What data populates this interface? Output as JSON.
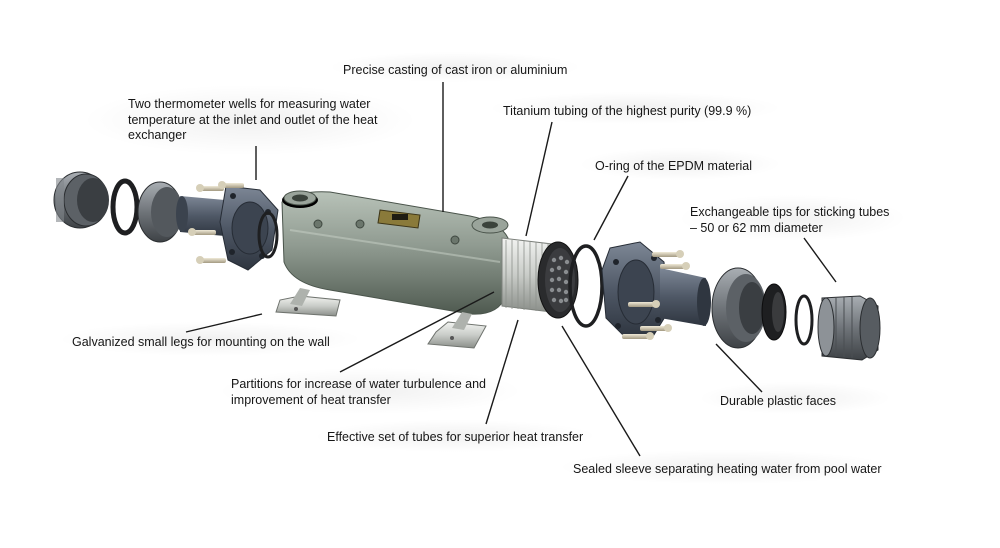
{
  "labels": {
    "casting": "Precise casting of cast iron or aluminium",
    "thermometer": "Two thermometer wells for measuring water temperature at the inlet and outlet of the heat exchanger",
    "titanium": "Titanium tubing of the highest purity (99.9 %)",
    "oring": "O-ring of the EPDM material",
    "tips": "Exchangeable tips for sticking tubes – 50 or 62 mm diameter",
    "legs": "Galvanized small legs for mounting on the wall",
    "partitions": "Partitions for increase of water turbulence and improvement of heat transfer",
    "faces": "Durable plastic faces",
    "tubes": "Effective set of tubes for superior heat transfer",
    "sleeve": "Sealed sleeve separating heating water from pool water"
  },
  "colors": {
    "body": "#8f9a90",
    "body_dark": "#5d675e",
    "flange": "#4f5866",
    "plastic": "#6f7479",
    "rubber": "#1e1f21",
    "steel": "#c9ccc8",
    "leader": "#1a1a1a"
  }
}
